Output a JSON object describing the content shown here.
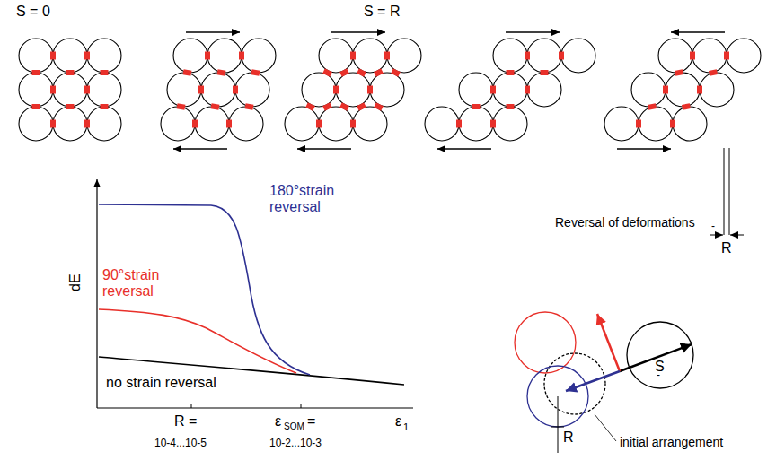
{
  "diagram": {
    "labels": [
      "S = 0",
      "S = R",
      "Reversal of deformations",
      "-",
      "R",
      "180°strain reversal",
      "90°strain reversal",
      "no strain reversal",
      "dE",
      "R =",
      "10-4...10-5",
      "ε",
      "SOM",
      "=",
      "10-2...10-3",
      "ε",
      "1",
      "S",
      "-",
      "R",
      "initial arrangement"
    ]
  }
}
